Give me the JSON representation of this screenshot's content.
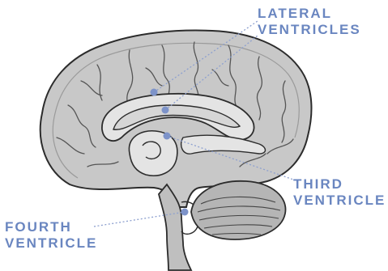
{
  "colors": {
    "label": "#6a86c0",
    "marker": "#7d93c9",
    "leader": "#8da0cf",
    "outline": "#2c2c2c",
    "brain_fill": "#c8c8c8",
    "ventricle_fill": "#e4e4e4",
    "background": "#ffffff"
  },
  "labels": {
    "lateral": {
      "line1": "LATERAL",
      "line2": "VENTRICLES"
    },
    "third": {
      "line1": "THIRD",
      "line2": "VENTRICLE"
    },
    "fourth": {
      "line1": "FOURTH",
      "line2": "VENTRICLE"
    }
  }
}
